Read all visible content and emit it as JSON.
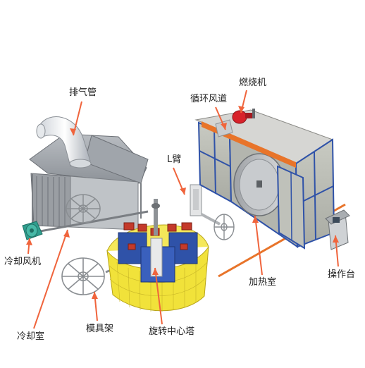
{
  "labels": {
    "exhaust_pipe": "排气管",
    "recirculation_duct": "循环风道",
    "burner": "燃烧机",
    "l_arm": "L臂",
    "cooling_fan": "冷却风机",
    "heating_chamber": "加热室",
    "operator_console": "操作台",
    "cooling_chamber": "冷却室",
    "mold_rack": "模具架",
    "rotating_center_tower": "旋转中心塔"
  },
  "colors": {
    "arrow": "#f0643c",
    "frame_gray": "#8c8c8c",
    "panel_blue": "#2f52a8",
    "accent_orange": "#e8742a",
    "fence_yellow": "#f1e23a",
    "burner_red": "#d8222a",
    "mold_red": "#c43a2a"
  }
}
